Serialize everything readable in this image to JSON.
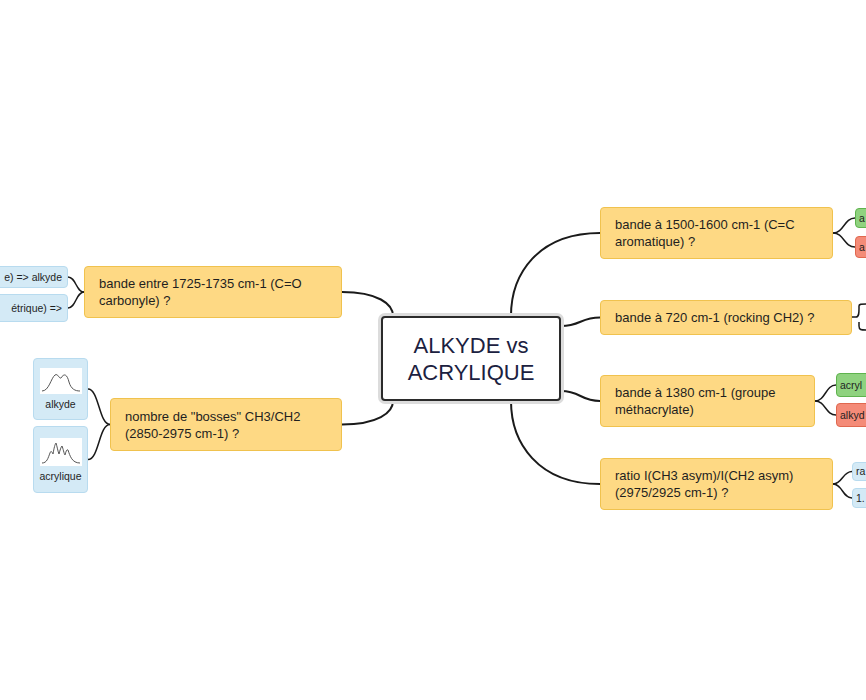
{
  "diagram": {
    "nodes": [
      {
        "text": [
          "ALKYDE vs ACRYLIQUE"
        ]
      },
      {
        "text": [
          "bande entre 1725-1735 cm-1 (C=O carbonyle) ?"
        ]
      },
      {
        "text": [
          "e) => alkyde"
        ]
      },
      {
        "text": [
          "étrique) =>"
        ]
      },
      {
        "text": [
          "nombre de \"bosses\" CH3/CH2 (2850-2975 cm-1) ?"
        ]
      },
      {
        "text": [
          "alkyde"
        ]
      },
      {
        "text": [
          "acrylique"
        ]
      },
      {
        "text": [
          "bande à 1500-1600 cm-1 (C=C aromatique) ?"
        ]
      },
      {
        "text": [
          "a"
        ]
      },
      {
        "text": [
          "a"
        ]
      },
      {
        "text": [
          "bande à 720 cm-1 (rocking CH2) ?"
        ]
      },
      {
        "text": [
          "bande à 1380 cm-1 (groupe méthacrylate)"
        ]
      },
      {
        "text": [
          "acryl"
        ]
      },
      {
        "text": [
          "alkyd"
        ]
      },
      {
        "text": [
          "ratio I(CH3 asym)/I(CH2 asym) (2975/2925 cm-1) ?"
        ]
      },
      {
        "text": [
          "ra"
        ]
      },
      {
        "text": [
          "1."
        ]
      }
    ],
    "edges": [
      {
        "from": 0,
        "to": 1,
        "arrow": "none"
      },
      {
        "from": 1,
        "to": 2,
        "arrow": "none"
      },
      {
        "from": 1,
        "to": 3,
        "arrow": "none"
      },
      {
        "from": 0,
        "to": 4,
        "arrow": "none"
      },
      {
        "from": 4,
        "to": 5,
        "arrow": "none"
      },
      {
        "from": 4,
        "to": 6,
        "arrow": "none"
      },
      {
        "from": 0,
        "to": 7,
        "arrow": "none"
      },
      {
        "from": 7,
        "to": 8,
        "arrow": "none"
      },
      {
        "from": 7,
        "to": 9,
        "arrow": "none"
      },
      {
        "from": 0,
        "to": 10,
        "arrow": "none"
      },
      {
        "from": 0,
        "to": 11,
        "arrow": "none"
      },
      {
        "from": 11,
        "to": 12,
        "arrow": "none"
      },
      {
        "from": 11,
        "to": 13,
        "arrow": "none"
      },
      {
        "from": 0,
        "to": 14,
        "arrow": "none"
      },
      {
        "from": 14,
        "to": 15,
        "arrow": "none"
      },
      {
        "from": 14,
        "to": 16,
        "arrow": "none"
      }
    ]
  }
}
